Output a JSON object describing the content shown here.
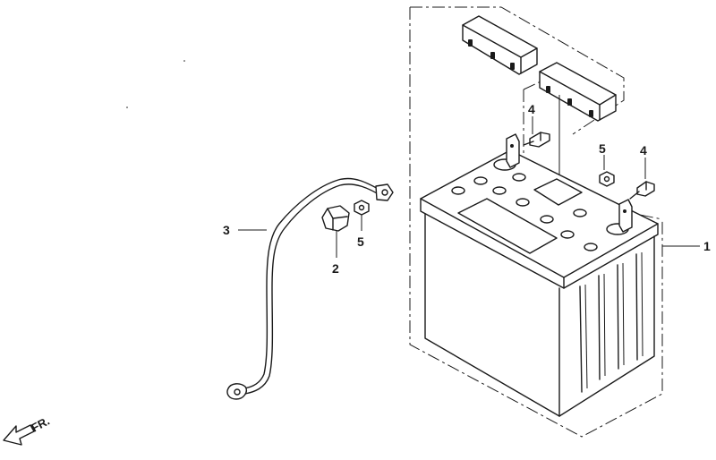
{
  "callouts": {
    "battery": "1",
    "clamp": "2",
    "cable": "3",
    "bolt_left": "4",
    "bolt_right": "4",
    "nut_left": "5",
    "nut_right": "5"
  },
  "direction": {
    "label": "FR."
  }
}
